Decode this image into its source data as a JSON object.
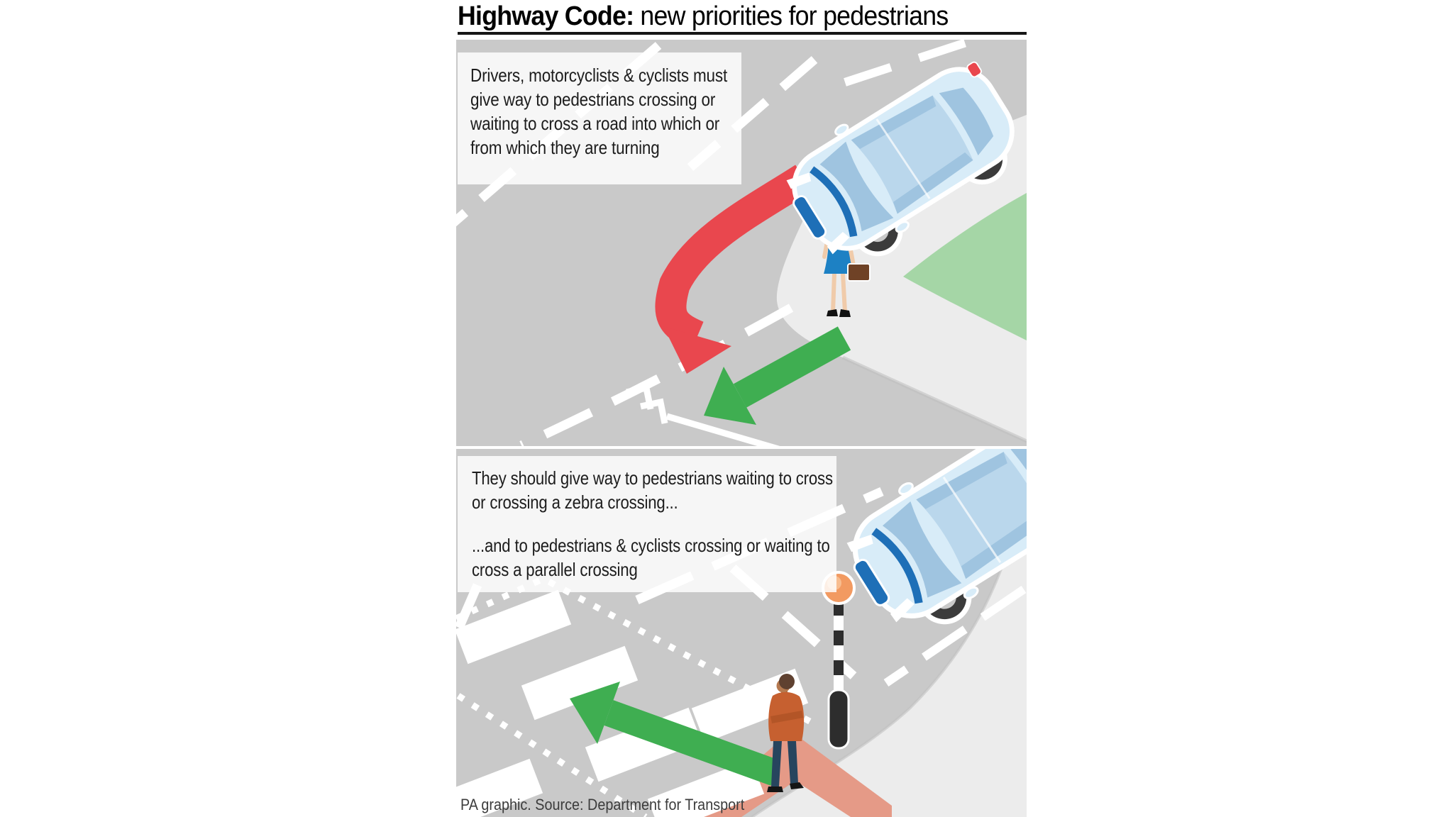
{
  "title": {
    "bold": "Highway Code:",
    "rest": " new priorities for pedestrians"
  },
  "panels": {
    "top": {
      "callout": "Drivers, motorcyclists & cyclists must give way to pedestrians crossing or waiting to cross a road into which or from which they are turning",
      "scene_icons": [
        "car-icon",
        "pedestrian-woman-icon",
        "red-turning-path-arrow-icon",
        "green-crossing-path-arrow-icon",
        "grass-verge",
        "pavement-corner"
      ]
    },
    "bottom": {
      "callout_1": "They should give way to pedestrians waiting to cross or crossing a zebra crossing...",
      "callout_2": "...and to pedestrians & cyclists crossing or waiting to cross a parallel crossing",
      "scene_icons": [
        "car-icon",
        "pedestrian-man-icon",
        "green-crossing-path-arrow-icon",
        "zebra-crossing",
        "belisha-beacon-icon",
        "tactile-paving"
      ]
    }
  },
  "footer": {
    "credit": "PA graphic. Source: Department for Transport"
  },
  "colors": {
    "road": "#c9c9c9",
    "pavement": "#ececec",
    "verge": "#a5d6a6",
    "arrow_red": "#e9474e",
    "arrow_green": "#3fae51",
    "car_body": "#d8ecf8",
    "car_glass": "#9fc4e0",
    "car_glass_light": "#bad7ec",
    "car_trim": "#1e6fb7",
    "tactile_salmon": "#e59a87",
    "beacon_orange": "#f29a61",
    "beacon_highlight": "#f8bd8f",
    "pole_black": "#2d2d2d",
    "dress_blue": "#1d81c4",
    "sweater_orange": "#c66030",
    "trousers_navy": "#27455e",
    "skin_light": "#f0cbaa",
    "skin_tan": "#b5794f",
    "hair_light": "#8b5c3b",
    "hair_dark": "#5f4130",
    "briefcase_brown": "#6f4226",
    "rule_black": "#161616",
    "text": "#1d1d1d",
    "footer": "#3c3c3c"
  }
}
